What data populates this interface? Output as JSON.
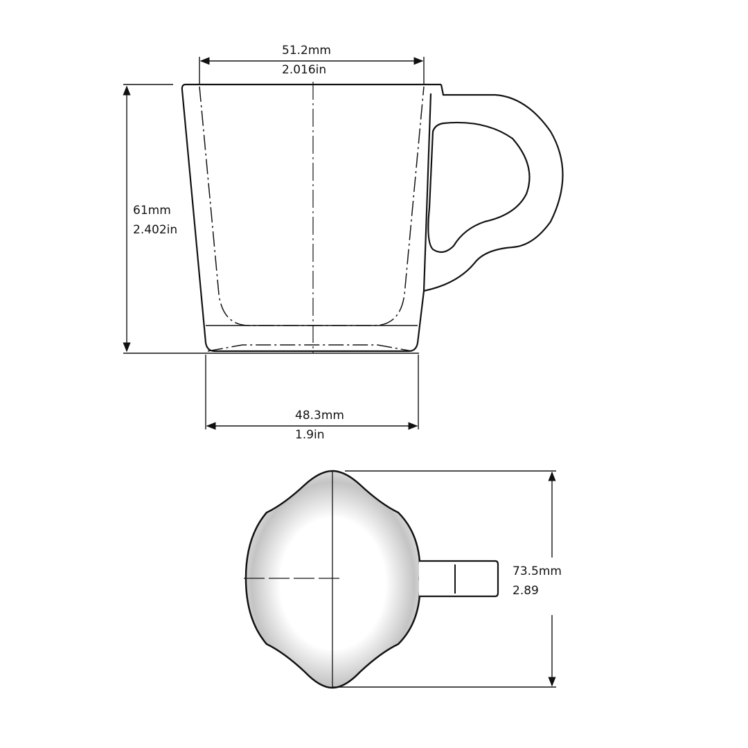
{
  "side_view": {
    "top_width": {
      "mm": "51.2mm",
      "in": "2.016in"
    },
    "height": {
      "mm": "61mm",
      "in": "2.402in"
    },
    "bottom_width": {
      "mm": "48.3mm",
      "in": "1.9in"
    }
  },
  "top_view": {
    "length": {
      "mm": "73.5mm",
      "in": "2.89"
    }
  },
  "colors": {
    "line": "#111111",
    "bowl_shade": "#bdbdbd"
  }
}
